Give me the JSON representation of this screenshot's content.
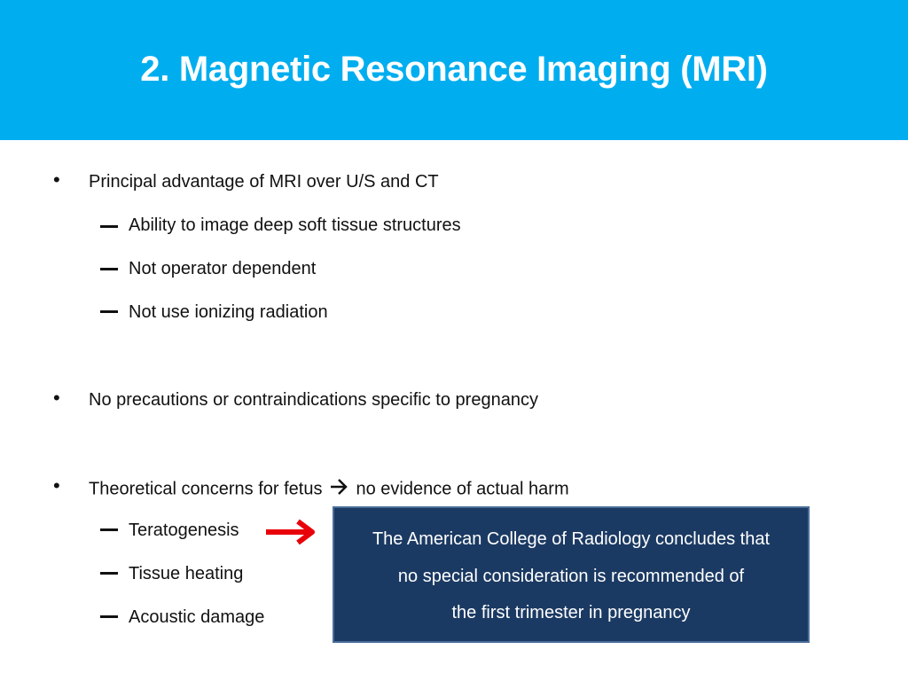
{
  "slide": {
    "title": "2. Magnetic Resonance Imaging (MRI)",
    "colors": {
      "header": "#00aeef",
      "callout_bg": "#1b3a63",
      "arrow": "#e8000b"
    },
    "bullets": [
      {
        "text": "Principal advantage of MRI over U/S and CT",
        "sub": [
          "Ability to image deep soft tissue structures",
          "Not operator dependent",
          "Not use ionizing radiation"
        ]
      },
      {
        "text": "No precautions or contraindications specific to pregnancy",
        "sub": []
      },
      {
        "text_before": "Theoretical concerns for fetus",
        "text_after": "no evidence of actual harm",
        "sub": [
          "Teratogenesis",
          "Tissue heating",
          "Acoustic damage"
        ]
      }
    ],
    "callout": {
      "lines": [
        "The American College of Radiology concludes that",
        "no special consideration is recommended of",
        "the first trimester in pregnancy"
      ]
    }
  }
}
